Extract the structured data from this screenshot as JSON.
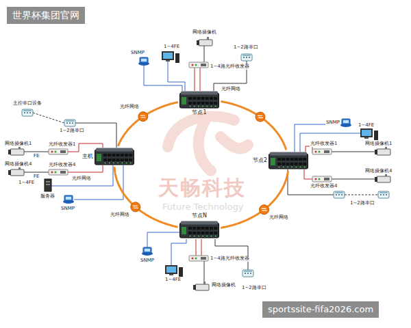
{
  "diagram": {
    "nodes": [
      {
        "text": [
          "节点1"
        ]
      },
      {
        "text": [
          "主机"
        ]
      },
      {
        "text": [
          "节点2"
        ]
      },
      {
        "text": [
          "节点N"
        ]
      }
    ],
    "edges": [
      {
        "from": 1,
        "to": 0,
        "arrow": "none",
        "label": "光纤网络"
      },
      {
        "from": 0,
        "to": 2,
        "arrow": "none"
      },
      {
        "from": 2,
        "to": 3,
        "arrow": "none",
        "label": "光纤网络"
      },
      {
        "from": 3,
        "to": 1,
        "arrow": "none",
        "label": "光纤网络"
      }
    ],
    "labels": [
      "世界杯集团官网",
      "sportssite-fifa2026.com",
      "天畅科技",
      "Future Technology",
      "网络摄像机",
      "SNMP",
      "1~4FE",
      "1~4路光纤收发器",
      "1~2路串口",
      "光纤网络",
      "主控串口设备",
      "1~2路串口",
      "网络摄像机1",
      "光纤收发器1",
      "FE",
      "网络摄像机4",
      "光纤收发器4",
      "FE",
      "光纤网络",
      "1~4FE",
      "服务器",
      "SNMP",
      "SNMP",
      "1~4FE",
      "光纤收发器1",
      "网络摄像机1",
      "光纤收发器4",
      "网络摄像机4",
      "1~2路串口",
      "SNMP",
      "1~4FE",
      "1~4路光纤收发器",
      "网络摄像机",
      "1~2路串口"
    ]
  }
}
